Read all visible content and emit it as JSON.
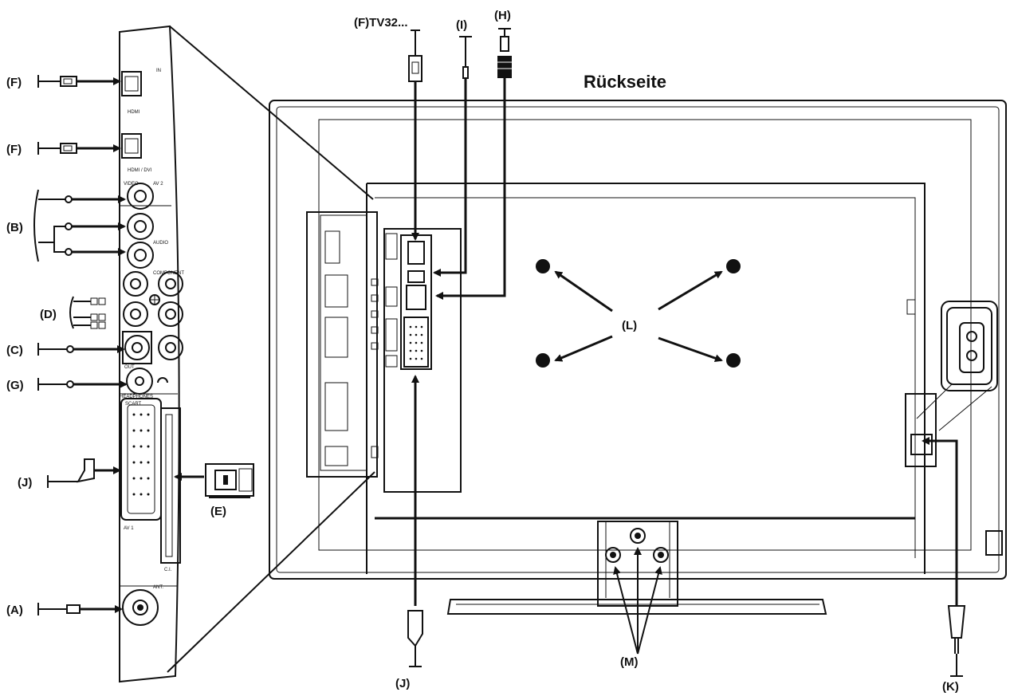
{
  "diagram": {
    "title": "Rückseite",
    "top_cable_label": "(F)TV32...",
    "labels": {
      "A": "(A)",
      "B": "(B)",
      "C": "(C)",
      "D": "(D)",
      "E": "(E)",
      "F1": "(F)",
      "F2": "(F)",
      "G": "(G)",
      "H": "(H)",
      "I": "(I)",
      "J1": "(J)",
      "J2": "(J)",
      "K": "(K)",
      "L": "(L)",
      "M": "(M)"
    },
    "panel_marks": {
      "hdmi": "HDMI",
      "hdmi_dvi": "HDMI / DVI",
      "scart": "SCART",
      "av1": "AV 1",
      "av2": "AV 2",
      "ci": "C.I.",
      "ant": "ANT.",
      "headphones": "HEADPHONES",
      "component": "COMPONENT",
      "video": "VIDEO",
      "in": "IN",
      "out": "OUT",
      "audio": "AUDIO"
    },
    "colors": {
      "line": "#111111",
      "background": "#ffffff"
    }
  }
}
